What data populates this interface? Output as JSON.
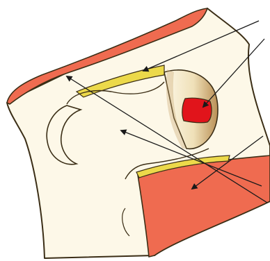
{
  "diagram": {
    "colors": {
      "background": "#ffffff",
      "ivory": "#fdf8e8",
      "outline": "#3b2e16",
      "red_surface": "#ef6b50",
      "bright_red": "#e1141b",
      "yellow_band": "#ecd94a",
      "shadow": "#c7a36a",
      "arrow": "#1a1a1a"
    },
    "structures": [
      "main-body",
      "top-red-surface",
      "bottom-red-surface",
      "upper-yellow-band",
      "lower-yellow-band",
      "red-socket-insert",
      "round-head-cutout"
    ],
    "pointer_count": 5,
    "text_labels": []
  }
}
